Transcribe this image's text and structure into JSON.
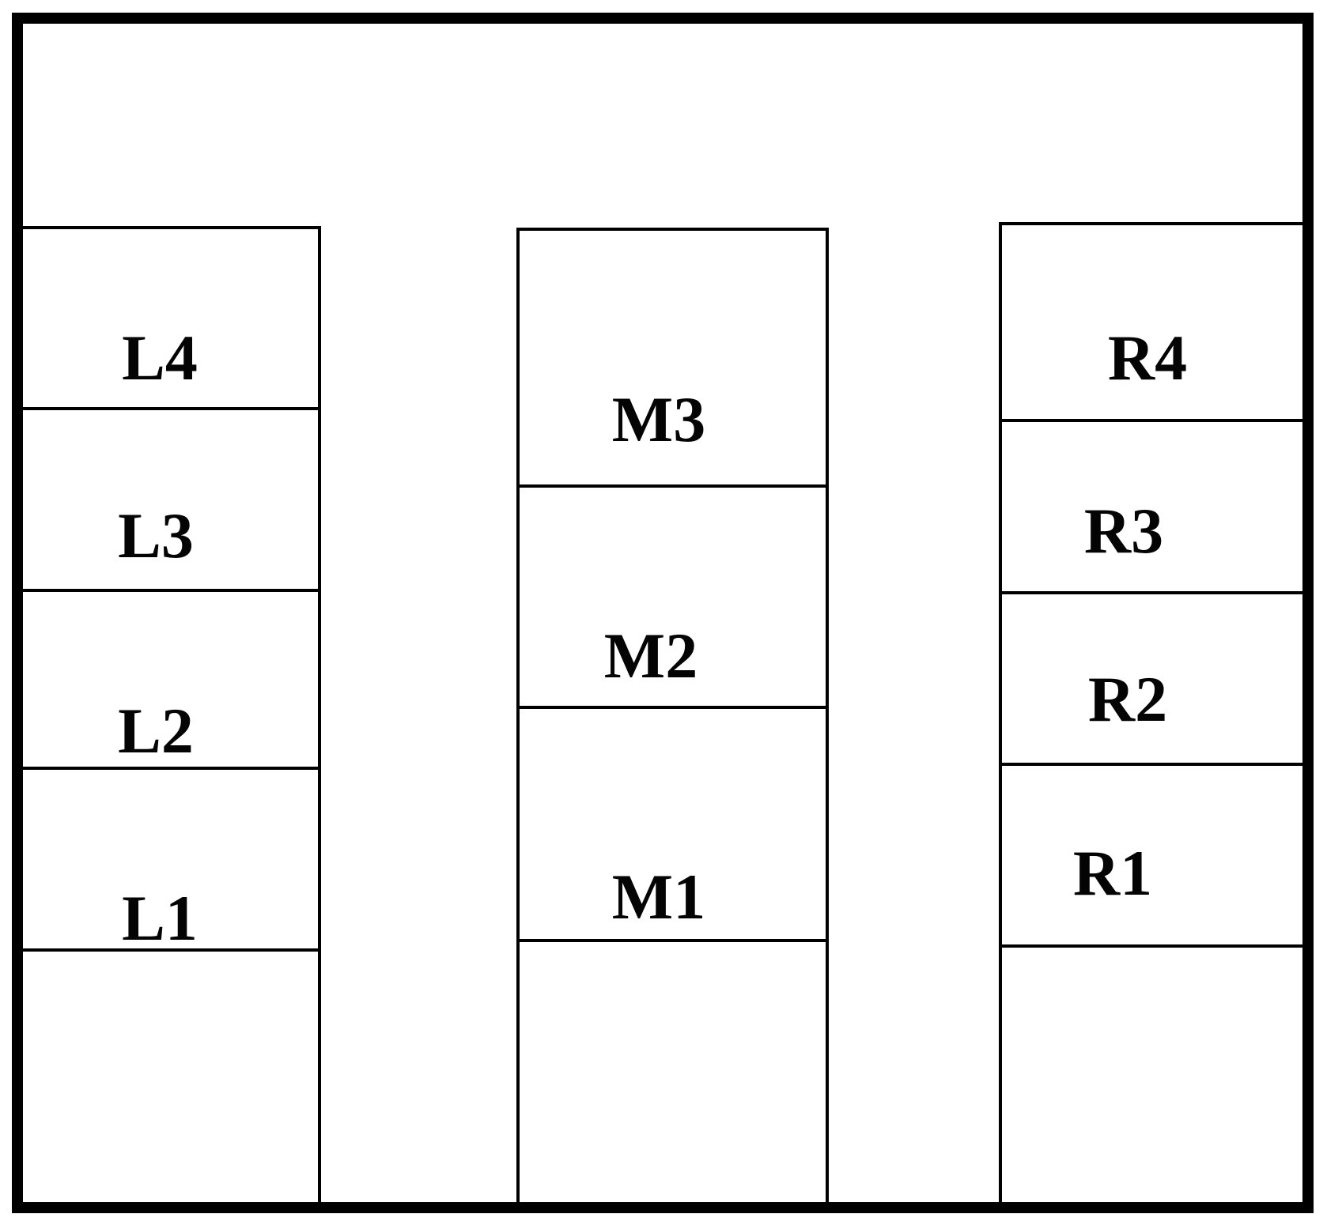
{
  "diagram": {
    "description": "Layout plan with three columns of labeled compartments inside a thick rectangular boundary",
    "colors": {
      "background": "#ffffff",
      "line": "#000000",
      "label_text": "#040404"
    },
    "columns": [
      {
        "id": "left",
        "cells": [
          {
            "label": "L4"
          },
          {
            "label": "L3"
          },
          {
            "label": "L2"
          },
          {
            "label": "L1"
          },
          {
            "label": ""
          }
        ]
      },
      {
        "id": "middle",
        "cells": [
          {
            "label": "M3"
          },
          {
            "label": "M2"
          },
          {
            "label": "M1"
          },
          {
            "label": ""
          }
        ]
      },
      {
        "id": "right",
        "cells": [
          {
            "label": "R4"
          },
          {
            "label": "R3"
          },
          {
            "label": "R2"
          },
          {
            "label": "R1"
          },
          {
            "label": ""
          }
        ]
      }
    ]
  }
}
